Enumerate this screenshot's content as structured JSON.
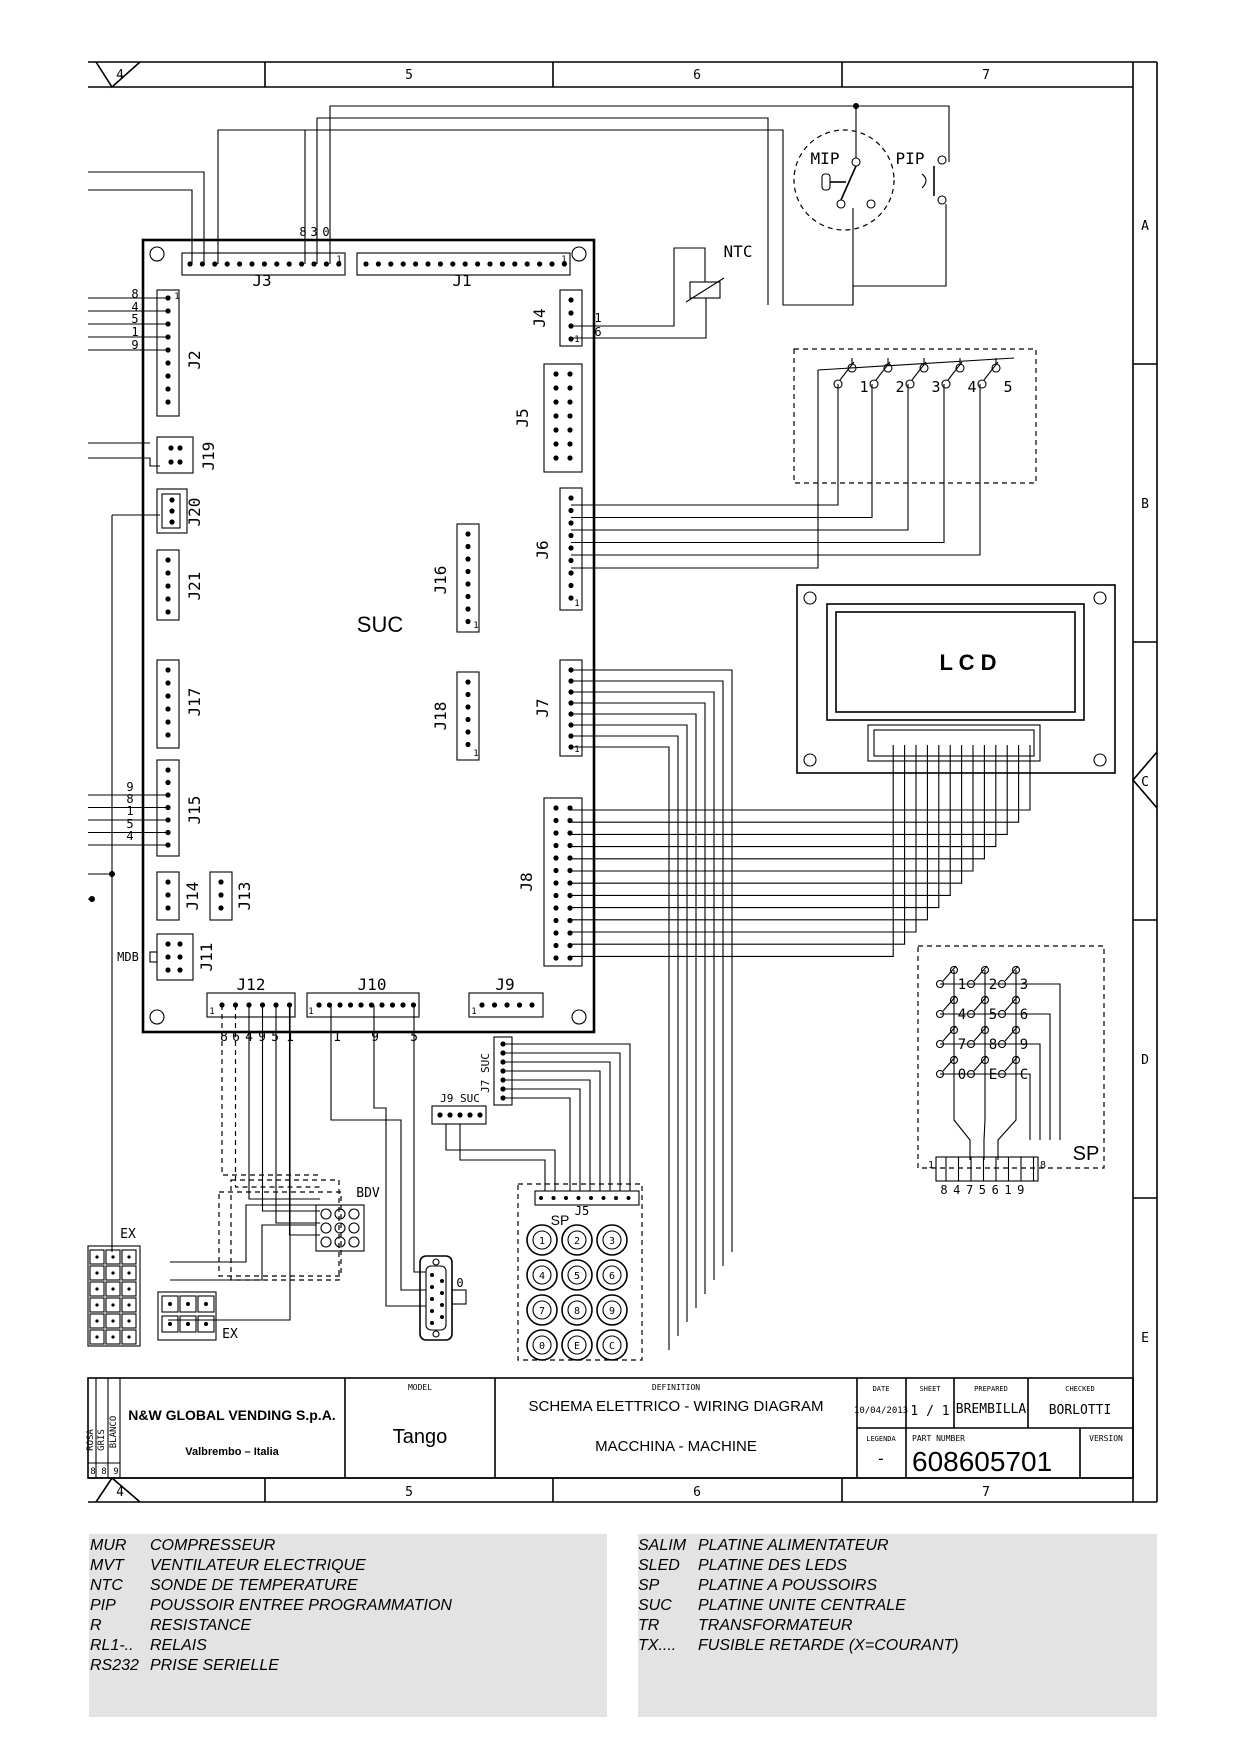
{
  "frame": {
    "columns": [
      "4",
      "5",
      "6",
      "7"
    ],
    "rows": [
      "A",
      "B",
      "C",
      "D",
      "E"
    ]
  },
  "board": {
    "name": "SUC",
    "connectors": [
      "J1",
      "J2",
      "J3",
      "J4",
      "J5",
      "J6",
      "J7",
      "J8",
      "J9",
      "J10",
      "J11",
      "J12",
      "J13",
      "J14",
      "J15",
      "J16",
      "J17",
      "J18",
      "J19",
      "J20",
      "J21"
    ],
    "pin_labels": {
      "j3": [
        "8",
        "3",
        "0"
      ],
      "j4": [
        "1",
        "6"
      ],
      "j2": [
        "8",
        "4",
        "5",
        "1",
        "9"
      ],
      "j15": [
        "9",
        "8",
        "1",
        "5",
        "4"
      ],
      "j12": [
        "8",
        "6",
        "4",
        "9",
        "5",
        "1"
      ],
      "j10": [
        "1",
        "9",
        "5"
      ],
      "pin_one": "1"
    },
    "mdb": "MDB"
  },
  "components": {
    "mip": "MIP",
    "pip": "PIP",
    "ntc": "NTC",
    "lcd": "L C D",
    "sp": "SP",
    "bdv": "BDV",
    "ex": "EX",
    "rs232_pin": "0",
    "j7_suc": "J7 SUC",
    "j9_suc": "J9  SUC",
    "j5": "J5",
    "dip_switches": [
      "1",
      "2",
      "3",
      "4",
      "5"
    ],
    "keypad_keys": [
      "1",
      "2",
      "3",
      "4",
      "5",
      "6",
      "7",
      "8",
      "9",
      "0",
      "E",
      "C"
    ],
    "sp_connector": {
      "left": "1",
      "right": "8",
      "bottom": [
        "8",
        "4",
        "7",
        "5",
        "6",
        "1",
        "9"
      ]
    },
    "sp_buttons": [
      "1",
      "2",
      "3",
      "4",
      "5",
      "6",
      "7",
      "8",
      "9",
      "0",
      "E",
      "C"
    ]
  },
  "title_block": {
    "company": "N&W GLOBAL VENDING S.p.A.",
    "location": "Valbrembo – Italia",
    "side_labels": [
      "ROSA",
      "GRIS",
      "BLANCO"
    ],
    "side_numbers": [
      "8",
      "8",
      "9"
    ],
    "model_label": "MODEL",
    "model": "Tango",
    "definition_label": "DEFINITION",
    "definition_line1": "SCHEMA ELETTRICO - WIRING DIAGRAM",
    "definition_line2": "MACCHINA - MACHINE",
    "date_label": "DATE",
    "date": "10/04/2013",
    "sheet_label": "SHEET",
    "sheet": "1 / 1",
    "prepared_label": "PREPARED",
    "prepared": "BREMBILLA",
    "checked_label": "CHECKED",
    "checked": "BORLOTTI",
    "legenda_label": "LEGENDA",
    "legenda": "-",
    "part_number_label": "PART NUMBER",
    "part_number": "608605701",
    "version_label": "VERSION"
  },
  "legend": {
    "left": [
      {
        "code": "MUR",
        "desc": "COMPRESSEUR"
      },
      {
        "code": "MVT",
        "desc": "VENTILATEUR ELECTRIQUE"
      },
      {
        "code": "NTC",
        "desc": "SONDE DE TEMPERATURE"
      },
      {
        "code": "PIP",
        "desc": "POUSSOIR ENTREE PROGRAMMATION"
      },
      {
        "code": "R",
        "desc": "RESISTANCE"
      },
      {
        "code": "RL1-..",
        "desc": "RELAIS"
      },
      {
        "code": "RS232",
        "desc": "PRISE SERIELLE"
      }
    ],
    "right": [
      {
        "code": "SALIM",
        "desc": "PLATINE ALIMENTATEUR"
      },
      {
        "code": "SLED",
        "desc": "PLATINE DES LEDS"
      },
      {
        "code": "SP",
        "desc": "PLATINE A POUSSOIRS"
      },
      {
        "code": "SUC",
        "desc": "PLATINE UNITE CENTRALE"
      },
      {
        "code": "TR",
        "desc": "TRANSFORMATEUR"
      },
      {
        "code": "TX....",
        "desc": "FUSIBLE RETARDE (X=COURANT)"
      }
    ]
  }
}
